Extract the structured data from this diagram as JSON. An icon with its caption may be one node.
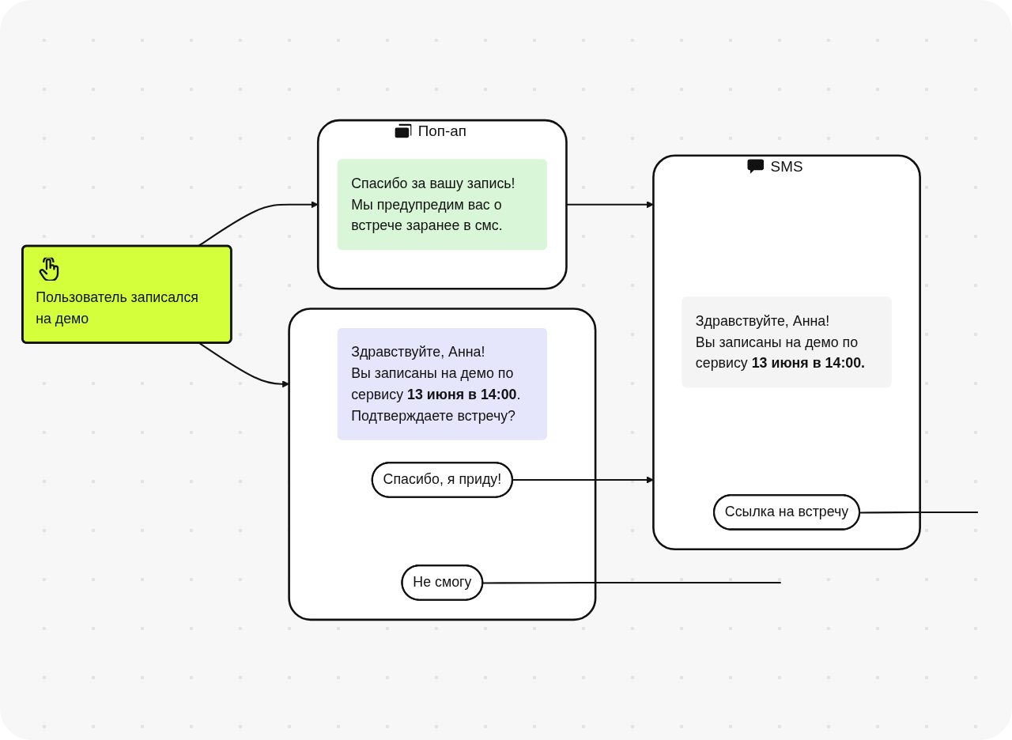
{
  "diagram": {
    "nodes": [
      {
        "text": [
          "Пользователь записался на демо"
        ]
      },
      {
        "text": [
          "Поп-ап"
        ]
      },
      {
        "text": [
          "Спасибо за вашу запись! Мы предупредим вас о встрече заранее в смс."
        ],
        "in": 1
      },
      {
        "text": [],
        "shape": "box"
      },
      {
        "text": [
          "Здравствуйте, Анна!",
          "Вы записаны на демо по сервису **13 июня в 14:00**.",
          "Подтверждаете встречу?"
        ],
        "in": 3
      },
      {
        "text": [
          "Спасибо, я приду!"
        ],
        "in": 3
      },
      {
        "text": [
          "Не смогу"
        ],
        "in": 3
      },
      {
        "text": [
          "SMS"
        ]
      },
      {
        "text": [
          "Здравствуйте, Анна!",
          "Вы записаны на демо по сервису **13 июня в 14:00.**"
        ],
        "in": 7
      },
      {
        "text": [
          "Ссылка на встречу"
        ],
        "in": 7
      }
    ],
    "edges": [
      {
        "from": 0,
        "to": 1,
        "arrow": "to"
      },
      {
        "from": 0,
        "to": 3,
        "arrow": "to"
      },
      {
        "from": 1,
        "to": 7,
        "arrow": "to"
      },
      {
        "from": 5,
        "to": 7,
        "arrow": "to"
      },
      {
        "from": 6,
        "to": null,
        "arrow": "none"
      },
      {
        "from": 9,
        "to": null,
        "arrow": "none"
      }
    ]
  }
}
